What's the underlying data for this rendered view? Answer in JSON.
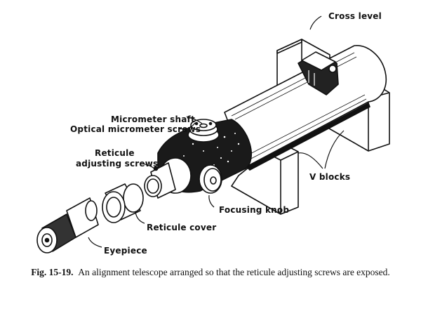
{
  "figure": {
    "labels": {
      "cross_level": "Cross level",
      "micrometer_shaft": "Micrometer shaft",
      "optical_micrometer_screws": "Optical micrometer screws",
      "reticule_adjusting_line1": "Reticule",
      "reticule_adjusting_line2": "adjusting screws",
      "v_blocks": "V blocks",
      "focusing_knob": "Focusing knob",
      "reticule_cover": "Reticule cover",
      "eyepiece": "Eyepiece"
    },
    "colors": {
      "ink": "#111111",
      "paper": "#ffffff"
    }
  },
  "caption": {
    "number": "Fig. 15-19.",
    "text": "An alignment telescope arranged so that the reticule adjusting screws are exposed."
  }
}
